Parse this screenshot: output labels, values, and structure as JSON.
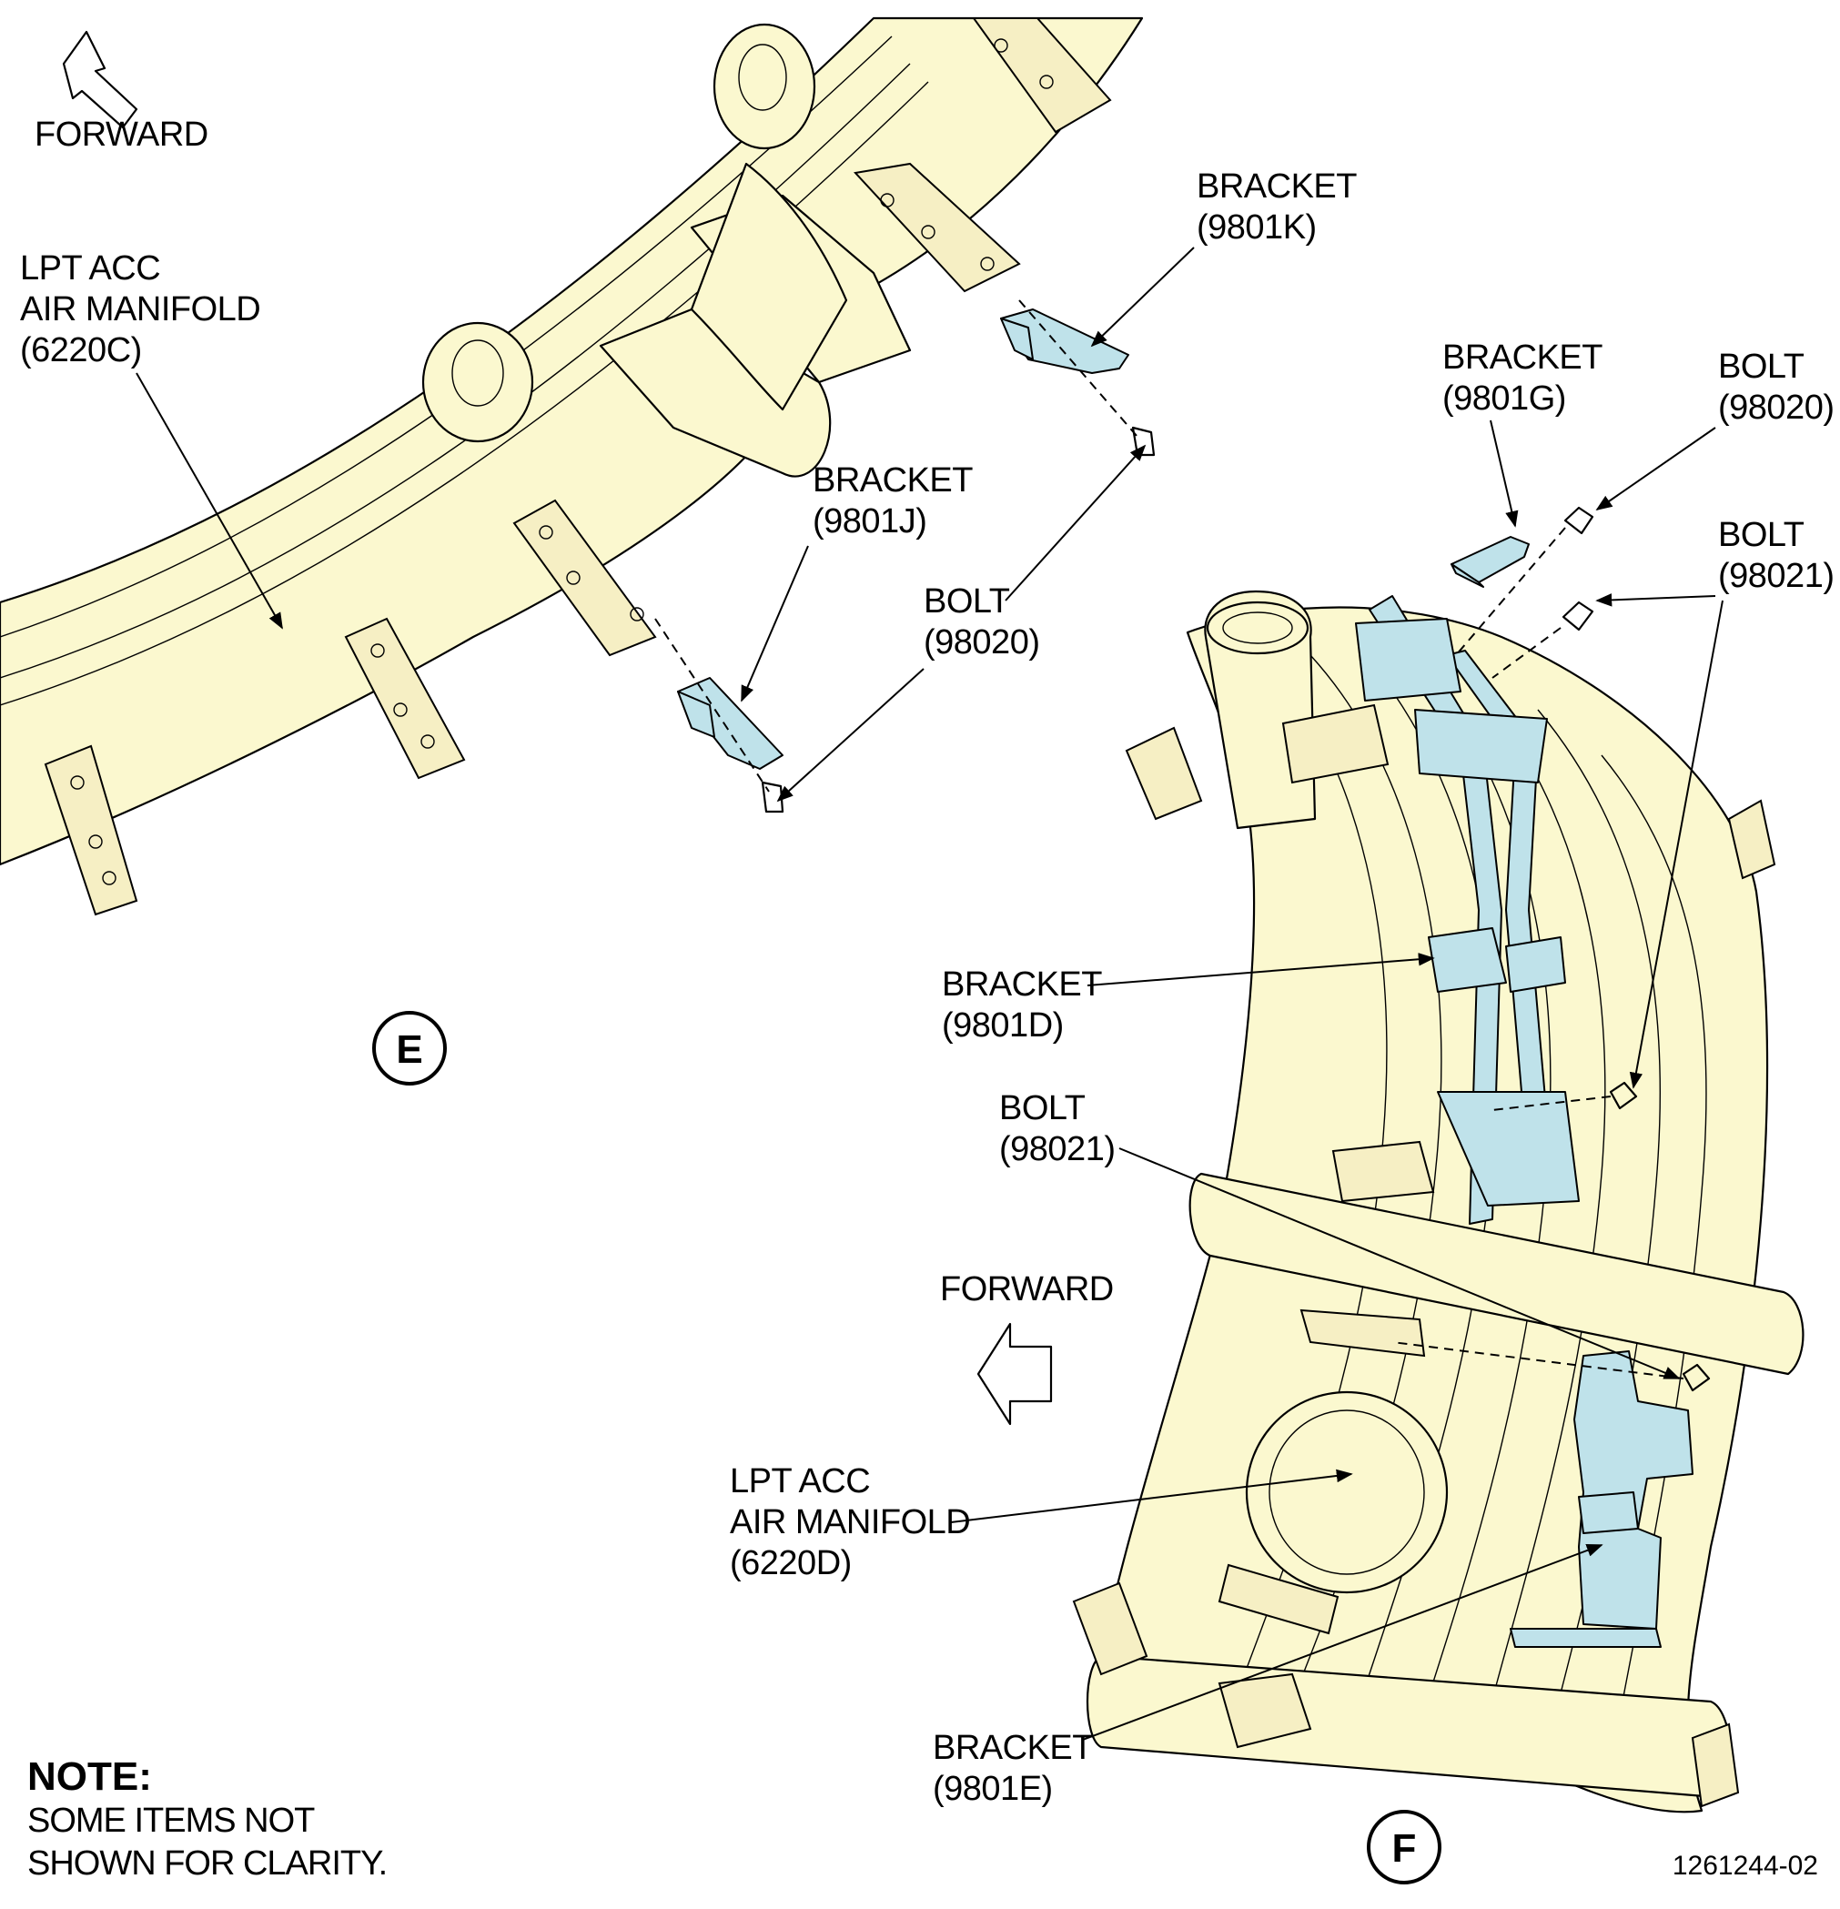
{
  "view_e": {
    "forward_label": "FORWARD",
    "view_label": "E",
    "manifold_label": [
      "LPT ACC",
      "AIR MANIFOLD",
      "(6220C)"
    ],
    "bracket_k": [
      "BRACKET",
      "(9801K)"
    ],
    "bracket_j": [
      "BRACKET",
      "(9801J)"
    ],
    "bolt": [
      "BOLT",
      "(98020)"
    ]
  },
  "view_f": {
    "view_label": "F",
    "forward_label": "FORWARD",
    "bracket_g": [
      "BRACKET",
      "(9801G)"
    ],
    "bolt_98020": [
      "BOLT",
      "(98020)"
    ],
    "bolt_98021_top": [
      "BOLT",
      "(98021)"
    ],
    "bracket_d": [
      "BRACKET",
      "(9801D)"
    ],
    "bolt_98021_left": [
      "BOLT",
      "(98021)"
    ],
    "manifold_label": [
      "LPT ACC",
      "AIR MANIFOLD",
      "(6220D)"
    ],
    "bracket_e": [
      "BRACKET",
      "(9801E)"
    ]
  },
  "note": {
    "title": "NOTE:",
    "lines": [
      "SOME ITEMS NOT",
      "SHOWN FOR CLARITY."
    ]
  },
  "figure_number": "1261244-02",
  "colors": {
    "manifold_fill": "#fbf8cf",
    "bracket_fill": "#bfe2ea"
  }
}
